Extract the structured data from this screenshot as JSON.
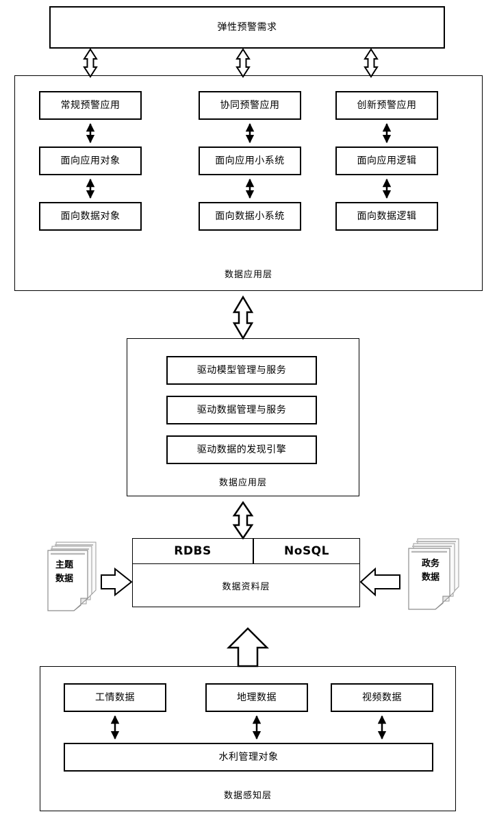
{
  "diagram": {
    "title": "弹性预警需求",
    "top_requirement": {
      "label": "弹性预警需求"
    },
    "application_layer": {
      "layer_label": "数据应用层",
      "columns": [
        {
          "name": "regular",
          "boxes": [
            {
              "label": "常规预警应用"
            },
            {
              "label": "面向应用对象"
            },
            {
              "label": "面向数据对象"
            }
          ]
        },
        {
          "name": "collaborative",
          "boxes": [
            {
              "label": "协同预警应用"
            },
            {
              "label": "面向应用小系统"
            },
            {
              "label": "面向数据小系统"
            }
          ]
        },
        {
          "name": "innovative",
          "boxes": [
            {
              "label": "创新预警应用"
            },
            {
              "label": "面向应用逻辑"
            },
            {
              "label": "面向数据逻辑"
            }
          ]
        }
      ]
    },
    "service_layer": {
      "layer_label": "数据应用层",
      "boxes": [
        {
          "label": "驱动模型管理与服务"
        },
        {
          "label": "驱动数据管理与服务"
        },
        {
          "label": "驱动数据的发现引擎"
        }
      ]
    },
    "data_layer": {
      "layer_label": "数据资料层",
      "stores": [
        {
          "label": "RDBS"
        },
        {
          "label": "NoSQL"
        }
      ],
      "sources": [
        {
          "label_line1": "主题",
          "label_line2": "数据",
          "side": "left"
        },
        {
          "label_line1": "政务",
          "label_line2": "数据",
          "side": "right"
        }
      ]
    },
    "perception_layer": {
      "layer_label": "数据感知层",
      "sensors": [
        {
          "label": "工情数据"
        },
        {
          "label": "地理数据"
        },
        {
          "label": "视频数据"
        }
      ],
      "object": {
        "label": "水利管理对象"
      }
    },
    "colors": {
      "stroke": "#000000",
      "background": "#ffffff",
      "text": "#000000",
      "doc_fill": "#fbfbfb",
      "doc_shadow": "#c8c8c8"
    }
  }
}
